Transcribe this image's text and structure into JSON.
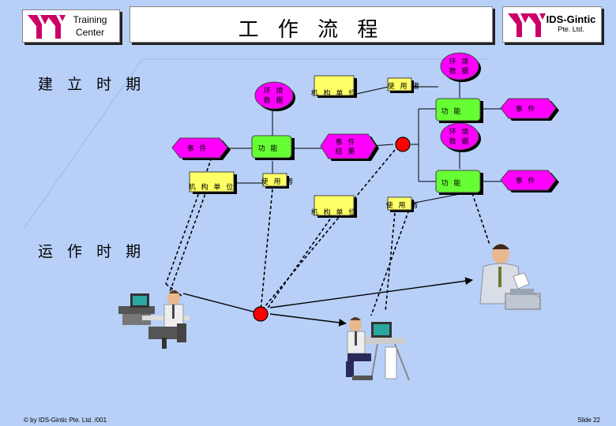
{
  "header": {
    "left_text_line1": "Training",
    "left_text_line2": "Center",
    "title": "工 作 流 程",
    "right_text_line1": "IDS-Gintic",
    "right_text_line2": "Pte. Ltd."
  },
  "periods": {
    "build": "建 立 时 期",
    "run": "运 作 时 期"
  },
  "nodes": {
    "env_data": "环 境\n数 据",
    "org_unit": "机 构 单 位",
    "user": "使 用 者",
    "function": "功 能",
    "event": "事 件",
    "event_result": "事 件\n结 果"
  },
  "footer": {
    "left": "© by IDS-Gintic Pte. Ltd. /001",
    "right": "Slide 22"
  },
  "colors": {
    "background": "#b8d0f8",
    "env_data": "#ff00ff",
    "org_unit": "#ffff66",
    "function": "#66ff33",
    "event": "#ff00ff",
    "connector": "#ff0000",
    "logo": "#cc0066"
  }
}
